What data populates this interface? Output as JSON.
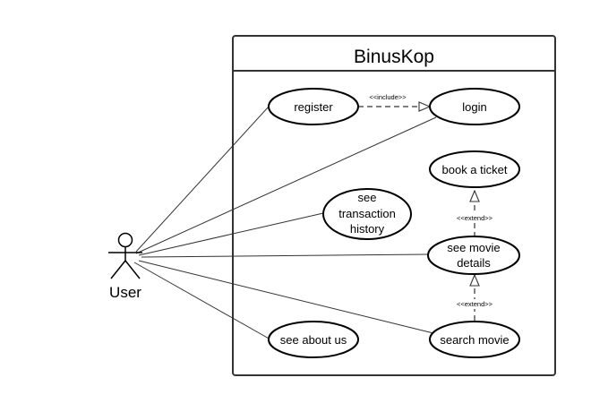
{
  "system": {
    "title": "BinusKop"
  },
  "actor": {
    "name": "User"
  },
  "use_cases": {
    "register": "register",
    "login": "login",
    "book_ticket": "book a ticket",
    "transaction_history": [
      "see",
      "transaction",
      "history"
    ],
    "movie_details": [
      "see movie",
      "details"
    ],
    "about_us": "see about us",
    "search_movie": "search movie"
  },
  "relations": {
    "include": "<<include>>",
    "extend_book": "<<extend>>",
    "extend_search": "<<extend>>"
  }
}
